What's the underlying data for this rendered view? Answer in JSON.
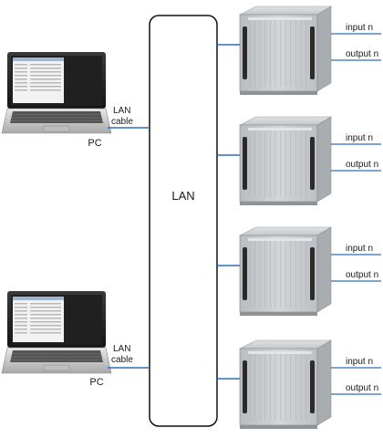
{
  "hub": {
    "label": "LAN"
  },
  "pcs": [
    {
      "label": "PC",
      "cable_line1": "LAN",
      "cable_line2": "cable"
    },
    {
      "label": "PC",
      "cable_line1": "LAN",
      "cable_line2": "cable"
    }
  ],
  "racks": [
    {
      "input_label": "input n",
      "output_label": "output n"
    },
    {
      "input_label": "input n",
      "output_label": "output n"
    },
    {
      "input_label": "input n",
      "output_label": "output n"
    },
    {
      "input_label": "input n",
      "output_label": "output n"
    }
  ],
  "colors": {
    "cable": "#2f6fb5",
    "hub_border": "#111111",
    "rack_body": "#c9ccce"
  }
}
